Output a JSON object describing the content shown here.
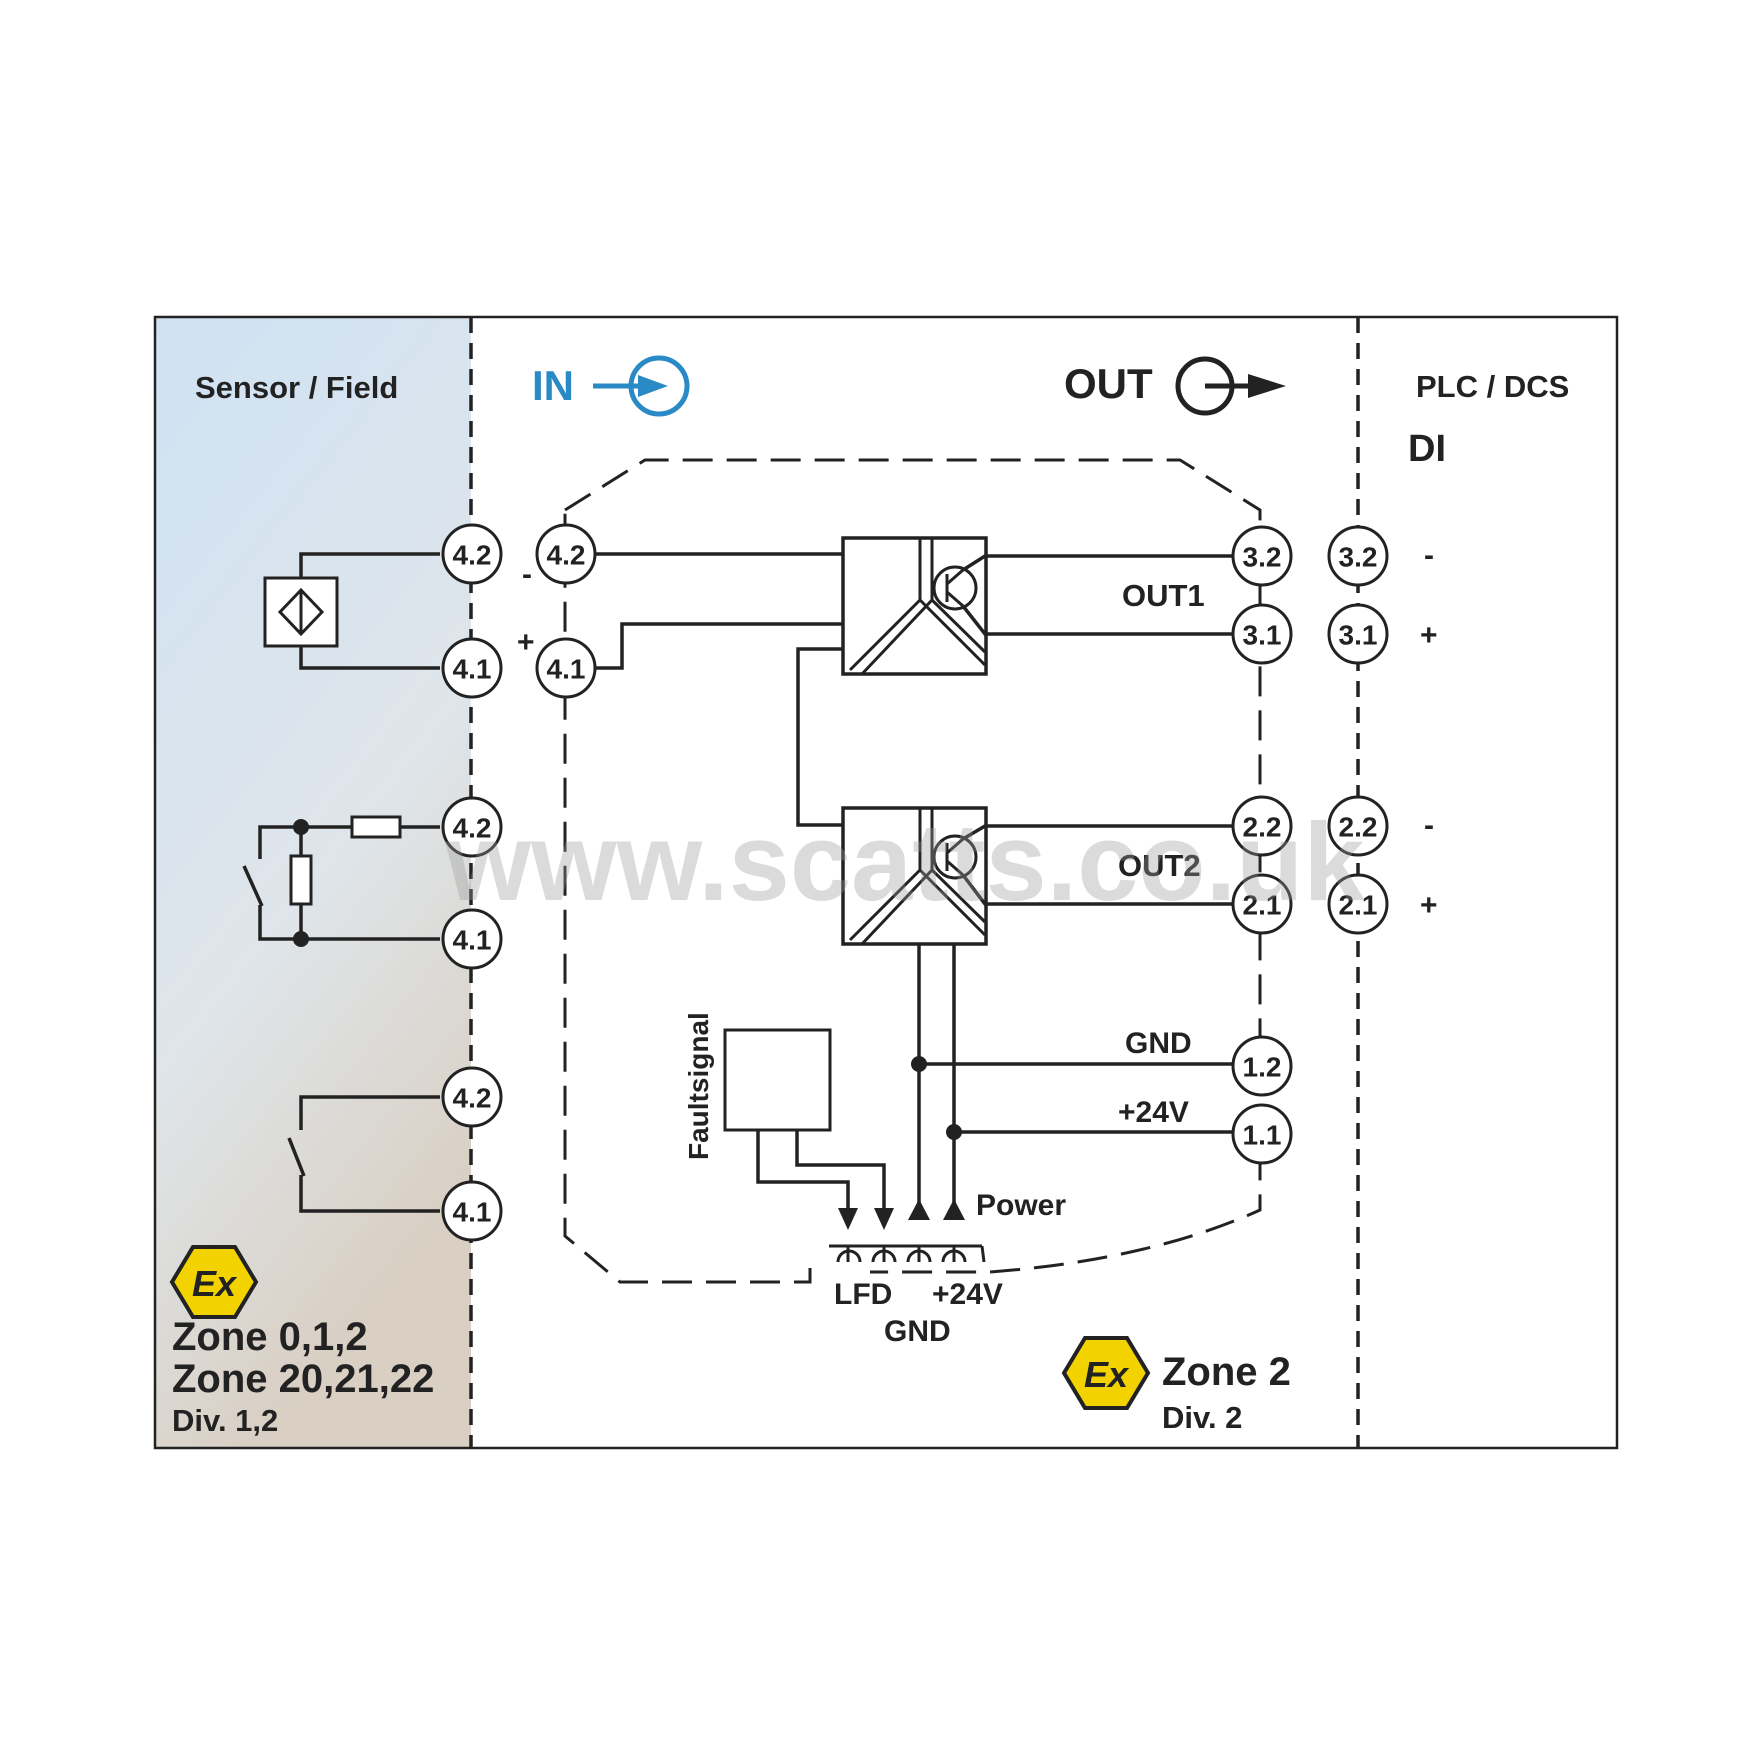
{
  "zones": {
    "sensor_field": "Sensor / Field",
    "plc_dcs": "PLC / DCS",
    "di": "DI",
    "in_label": "IN",
    "out_label": "OUT"
  },
  "hazard_left": {
    "ex_symbol": "Ex",
    "zone_line1": "Zone 0,1,2",
    "zone_line2": "Zone 20,21,22",
    "div": "Div. 1,2"
  },
  "hazard_right": {
    "ex_symbol": "Ex",
    "zone": "Zone 2",
    "div": "Div. 2"
  },
  "field_terminals": [
    "4.2",
    "4.1",
    "4.2",
    "4.1",
    "4.2",
    "4.1"
  ],
  "input_terminals": {
    "t1": "4.2",
    "t1_sign": "-",
    "t2": "4.1",
    "t2_sign": "+"
  },
  "output_terminals": {
    "out1_a": "3.2",
    "out1_b": "3.1",
    "out2_a": "2.2",
    "out2_b": "2.1",
    "gnd": "1.2",
    "v24": "1.1"
  },
  "plc_terminals": [
    {
      "id": "3.2",
      "sign": "-"
    },
    {
      "id": "3.1",
      "sign": "+"
    },
    {
      "id": "2.2",
      "sign": "-"
    },
    {
      "id": "2.1",
      "sign": "+"
    }
  ],
  "labels": {
    "out1": "OUT1",
    "out2": "OUT2",
    "gnd": "GND",
    "v24": "+24V",
    "faultsignal": "Faultsignal",
    "power": "Power",
    "lfd": "LFD",
    "bus_gnd": "GND",
    "bus_v24": "+24V"
  },
  "watermark": "www.scatts.co.uk",
  "colors": {
    "accent_blue": "#2a8ac6",
    "ex_yellow": "#f2d300",
    "field_bg_top": "#cfe2f4",
    "field_bg_bottom": "#d8d0c4",
    "line": "#222222"
  }
}
